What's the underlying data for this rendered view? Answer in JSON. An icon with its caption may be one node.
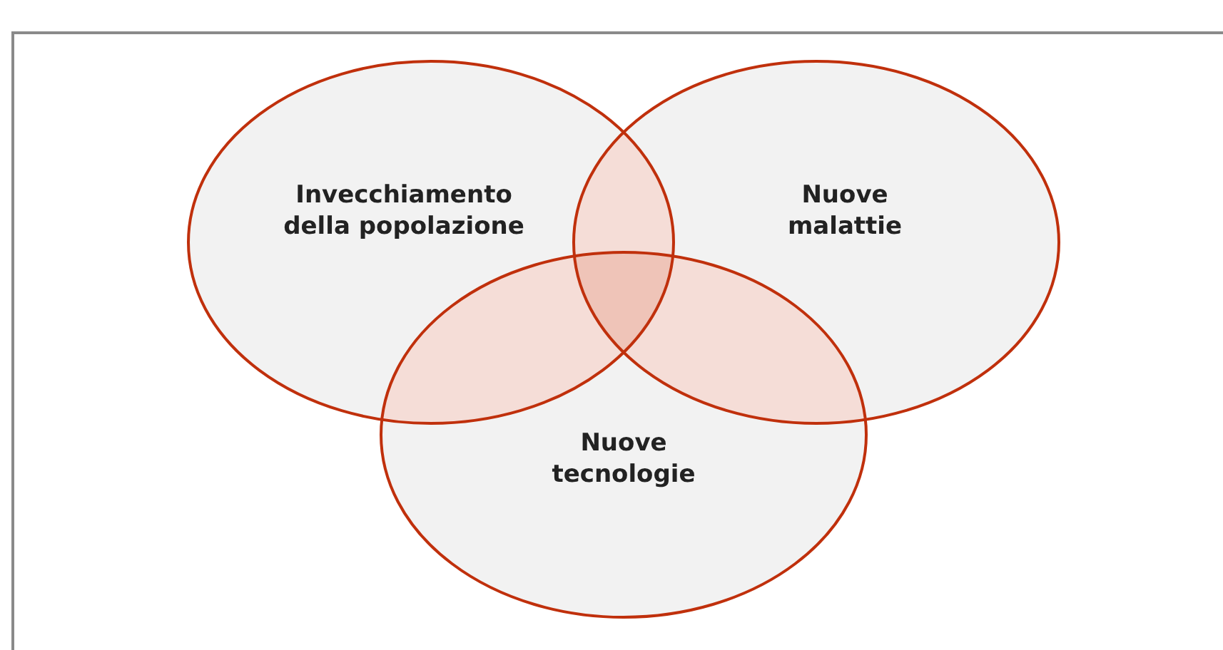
{
  "diagram": {
    "nodes": [
      {
        "text": [
          "Invecchiamento della popolazione"
        ]
      },
      {
        "text": [
          "Nuove malattie"
        ]
      },
      {
        "text": [
          "Nuove tecnologie"
        ]
      }
    ]
  }
}
